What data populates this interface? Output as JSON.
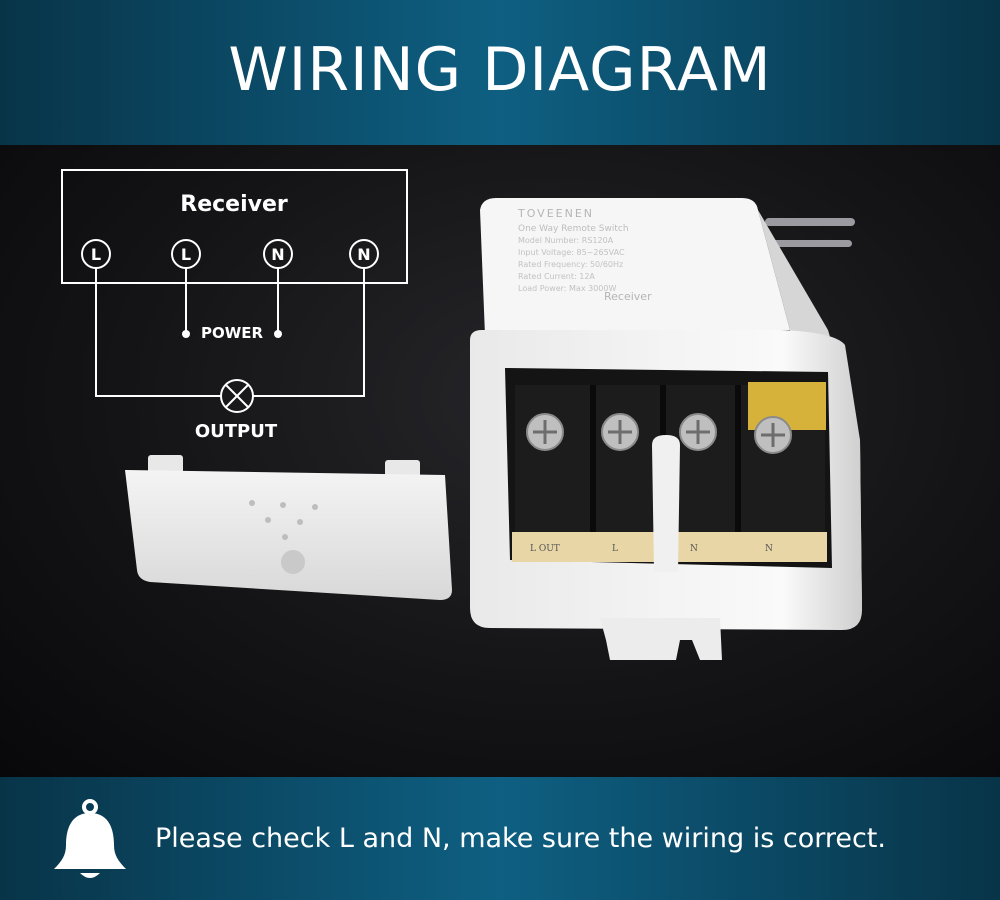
{
  "header": {
    "title": "WIRING DIAGRAM"
  },
  "diagram": {
    "box_label": "Receiver",
    "terminals": [
      "L",
      "L",
      "N",
      "N"
    ],
    "power_label": "POWER",
    "output_label": "OUTPUT",
    "lamp_icon": "lamp-icon"
  },
  "product": {
    "brand": "TOVEENEN",
    "specs": [
      "One Way Remote Switch",
      "Model Number: RS120A",
      "Input Voltage: 85~265VAC",
      "Rated Frequency: 50/60Hz",
      "Rated Current: 12A",
      "Load Power: Max 3000W"
    ],
    "inner_label": "Receiver",
    "terminal_print": [
      "L OUT",
      "L",
      "N",
      "N"
    ]
  },
  "footer": {
    "icon": "bell-icon",
    "notice": "Please check L and N, make sure the wiring is correct."
  },
  "colors": {
    "band": "#0e5f82",
    "band_dark": "#083448",
    "background": "#111113",
    "text": "#ffffff"
  }
}
